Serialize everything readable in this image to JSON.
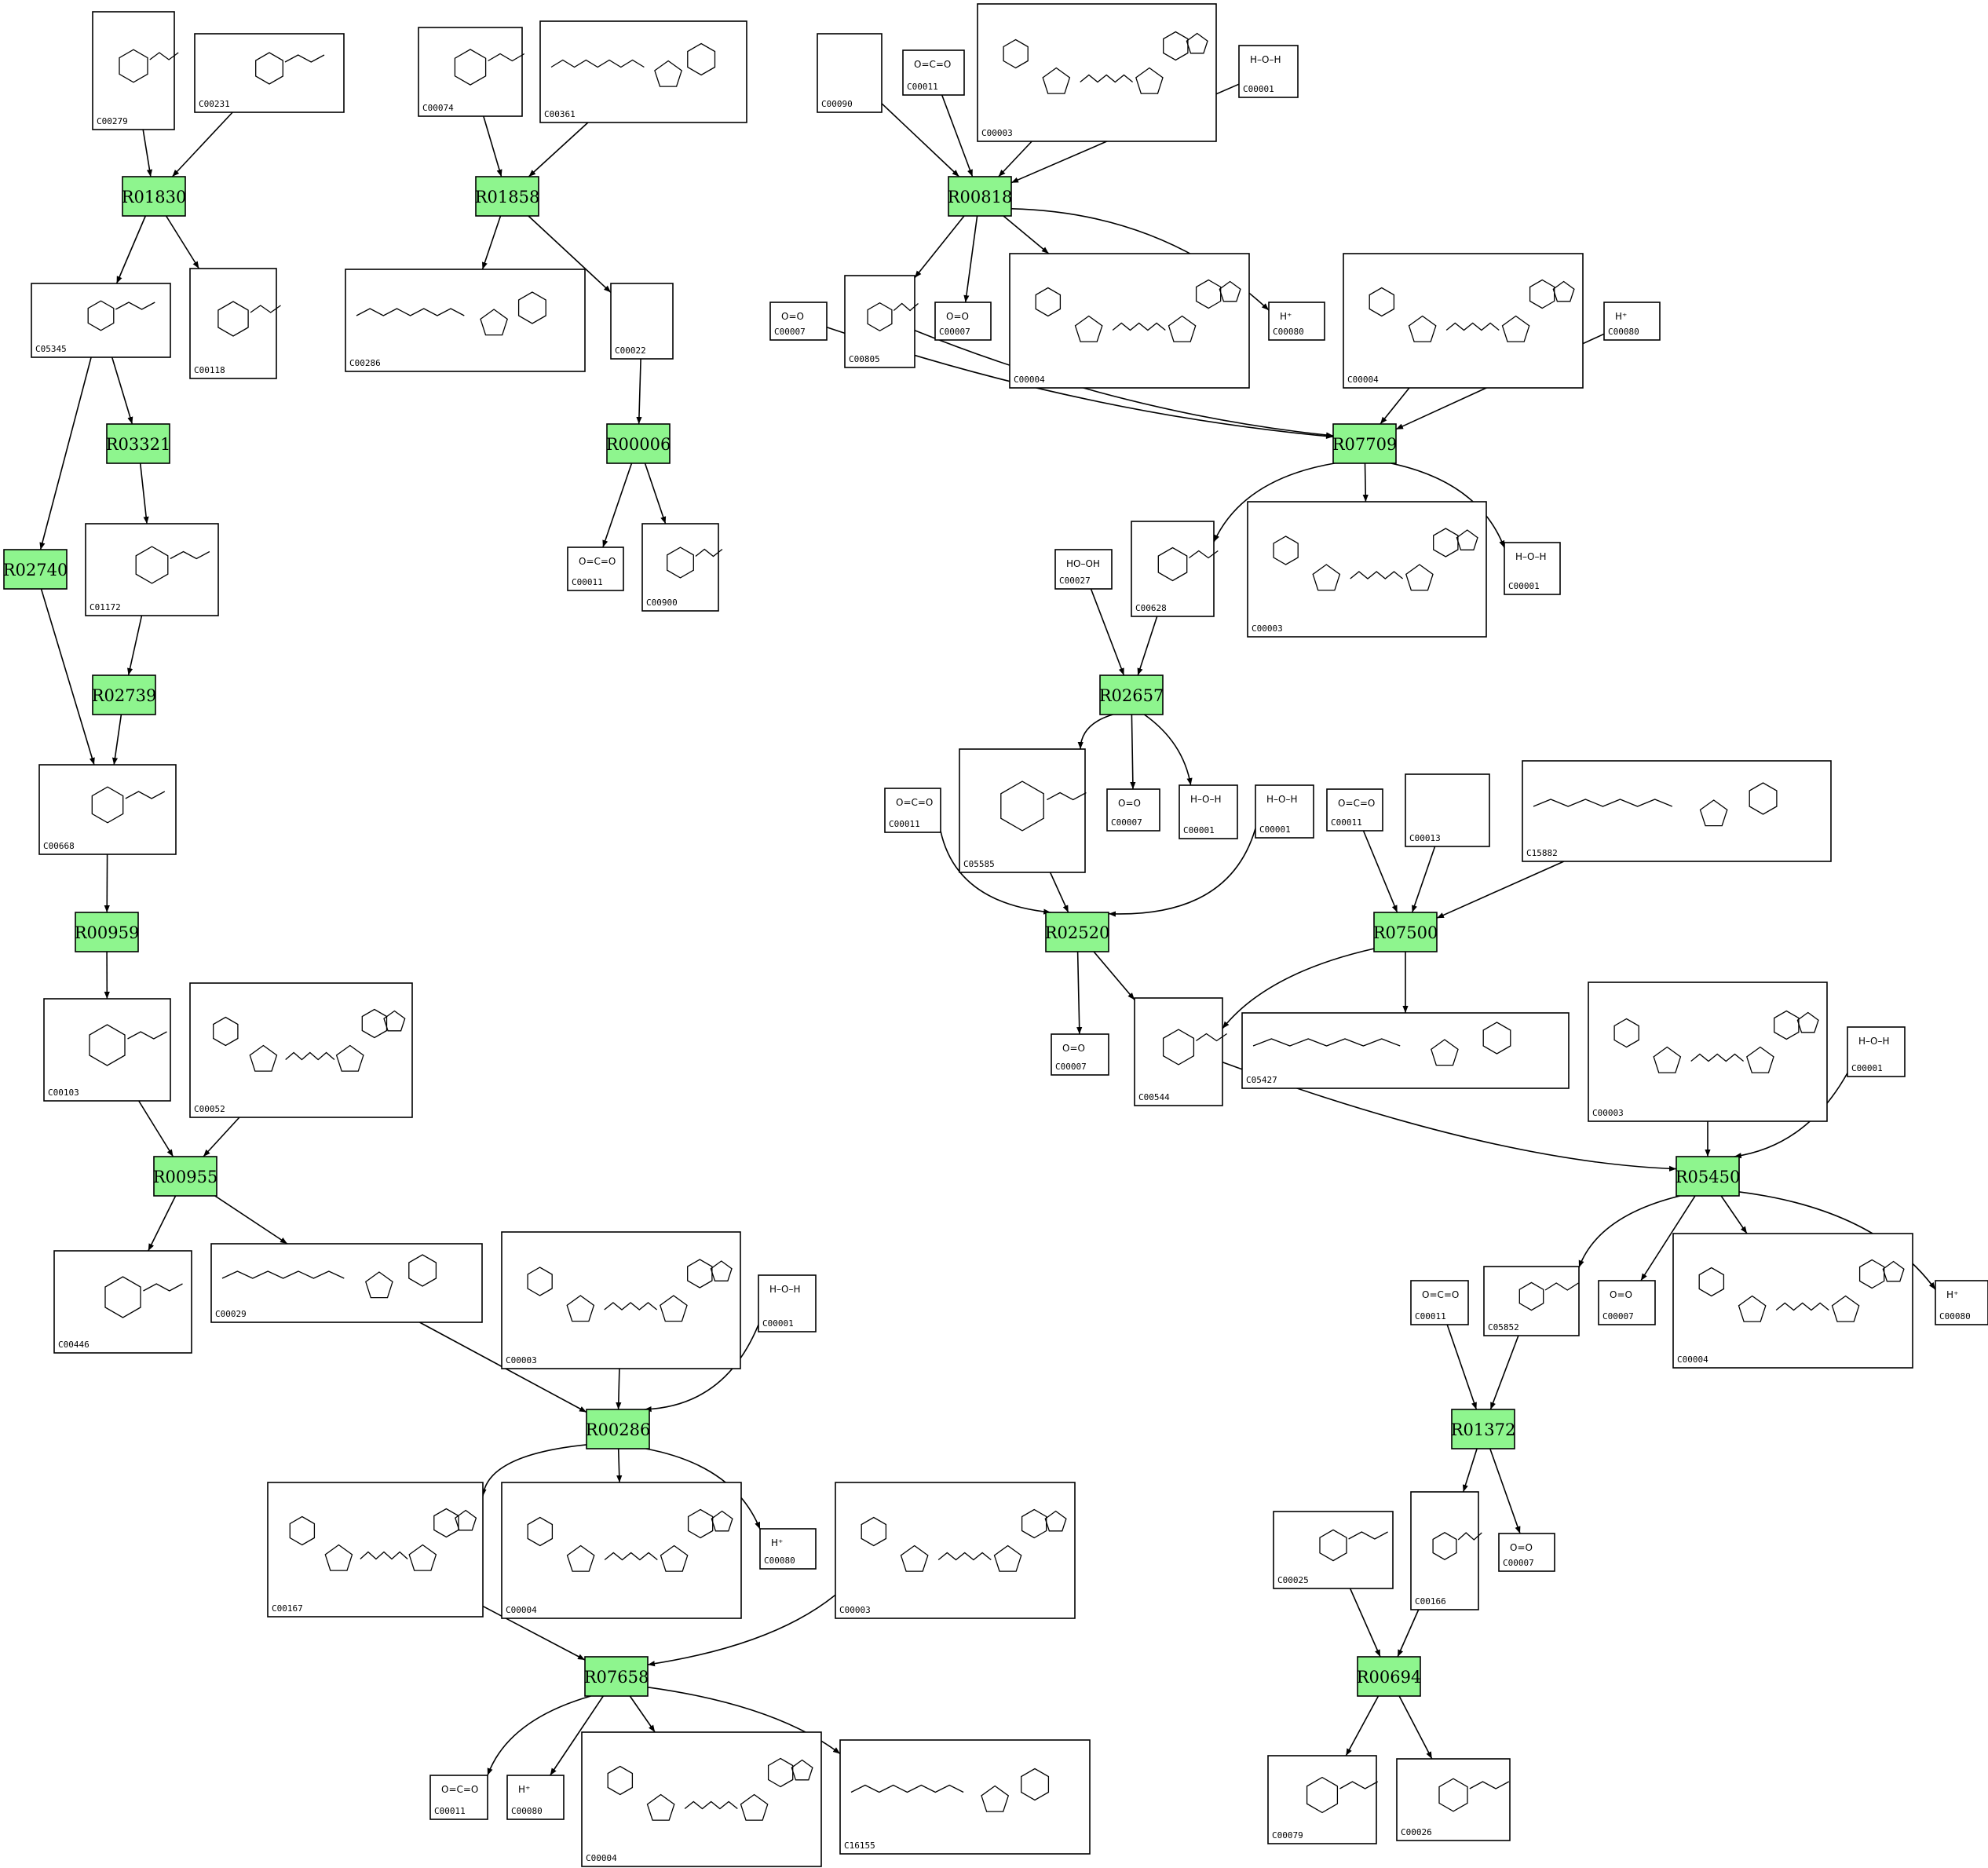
{
  "reactions": [
    {
      "id": "rxn-R01830",
      "label": "R01830"
    },
    {
      "id": "rxn-R01858",
      "label": "R01858"
    },
    {
      "id": "rxn-R00818",
      "label": "R00818"
    },
    {
      "id": "rxn-R03321",
      "label": "R03321"
    },
    {
      "id": "rxn-R00006",
      "label": "R00006"
    },
    {
      "id": "rxn-R07709",
      "label": "R07709"
    },
    {
      "id": "rxn-R02740",
      "label": "R02740"
    },
    {
      "id": "rxn-R02739",
      "label": "R02739"
    },
    {
      "id": "rxn-R02657",
      "label": "R02657"
    },
    {
      "id": "rxn-R00959",
      "label": "R00959"
    },
    {
      "id": "rxn-R02520",
      "label": "R02520"
    },
    {
      "id": "rxn-R07500",
      "label": "R07500"
    },
    {
      "id": "rxn-R00955",
      "label": "R00955"
    },
    {
      "id": "rxn-R05450",
      "label": "R05450"
    },
    {
      "id": "rxn-R00286",
      "label": "R00286"
    },
    {
      "id": "rxn-R01372",
      "label": "R01372"
    },
    {
      "id": "rxn-R07658",
      "label": "R07658"
    },
    {
      "id": "rxn-R00694",
      "label": "R00694"
    }
  ],
  "compounds": [
    {
      "key": "c1",
      "id": "C00279",
      "formula": ""
    },
    {
      "key": "c2",
      "id": "C00231",
      "formula": ""
    },
    {
      "key": "c3",
      "id": "C00074",
      "formula": ""
    },
    {
      "key": "c4",
      "id": "C00361",
      "formula": ""
    },
    {
      "key": "c5",
      "id": "C00090",
      "formula": ""
    },
    {
      "key": "c6",
      "id": "C00011",
      "formula": "O=C=O"
    },
    {
      "key": "c7",
      "id": "C00003",
      "formula": ""
    },
    {
      "key": "c8",
      "id": "C00001",
      "formula": "H–O–H"
    },
    {
      "key": "c9",
      "id": "C05345",
      "formula": ""
    },
    {
      "key": "c10",
      "id": "C00118",
      "formula": ""
    },
    {
      "key": "c11",
      "id": "C00286",
      "formula": ""
    },
    {
      "key": "c12",
      "id": "C00022",
      "formula": ""
    },
    {
      "key": "c13",
      "id": "C00007",
      "formula": "O=O"
    },
    {
      "key": "c14",
      "id": "C00805",
      "formula": ""
    },
    {
      "key": "c15",
      "id": "C00007",
      "formula": "O=O"
    },
    {
      "key": "c16",
      "id": "C00004",
      "formula": ""
    },
    {
      "key": "c17",
      "id": "C00080",
      "formula": "H⁺"
    },
    {
      "key": "c18",
      "id": "C00004",
      "formula": ""
    },
    {
      "key": "c19",
      "id": "C00080",
      "formula": "H⁺"
    },
    {
      "key": "c20",
      "id": "C01172",
      "formula": ""
    },
    {
      "key": "c21",
      "id": "C00011",
      "formula": "O=C=O"
    },
    {
      "key": "c22",
      "id": "C00900",
      "formula": ""
    },
    {
      "key": "c23",
      "id": "C00027",
      "formula": "HO–OH"
    },
    {
      "key": "c24",
      "id": "C00628",
      "formula": ""
    },
    {
      "key": "c25",
      "id": "C00003",
      "formula": ""
    },
    {
      "key": "c26",
      "id": "C00001",
      "formula": "H–O–H"
    },
    {
      "key": "c27",
      "id": "C00668",
      "formula": ""
    },
    {
      "key": "c28",
      "id": "C05585",
      "formula": ""
    },
    {
      "key": "c29",
      "id": "C00007",
      "formula": "O=O"
    },
    {
      "key": "c30",
      "id": "C00001",
      "formula": "H–O–H"
    },
    {
      "key": "c31",
      "id": "C00011",
      "formula": "O=C=O"
    },
    {
      "key": "c32",
      "id": "C00001",
      "formula": "H–O–H"
    },
    {
      "key": "c33",
      "id": "C00011",
      "formula": "O=C=O"
    },
    {
      "key": "c34",
      "id": "C00013",
      "formula": ""
    },
    {
      "key": "c35",
      "id": "C15882",
      "formula": ""
    },
    {
      "key": "c36",
      "id": "C00103",
      "formula": ""
    },
    {
      "key": "c37",
      "id": "C00052",
      "formula": ""
    },
    {
      "key": "c38",
      "id": "C00007",
      "formula": "O=O"
    },
    {
      "key": "c39",
      "id": "C00544",
      "formula": ""
    },
    {
      "key": "c40",
      "id": "C05427",
      "formula": ""
    },
    {
      "key": "c41",
      "id": "C00003",
      "formula": ""
    },
    {
      "key": "c42",
      "id": "C00001",
      "formula": "H–O–H"
    },
    {
      "key": "c43",
      "id": "C00446",
      "formula": ""
    },
    {
      "key": "c44",
      "id": "C00029",
      "formula": ""
    },
    {
      "key": "c45",
      "id": "C00003",
      "formula": ""
    },
    {
      "key": "c46",
      "id": "C00001",
      "formula": "H–O–H"
    },
    {
      "key": "c47",
      "id": "C00011",
      "formula": "O=C=O"
    },
    {
      "key": "c48",
      "id": "C05852",
      "formula": ""
    },
    {
      "key": "c49",
      "id": "C00007",
      "formula": "O=O"
    },
    {
      "key": "c50",
      "id": "C00004",
      "formula": ""
    },
    {
      "key": "c51",
      "id": "C00080",
      "formula": "H⁺"
    },
    {
      "key": "c52",
      "id": "C00167",
      "formula": ""
    },
    {
      "key": "c53",
      "id": "C00004",
      "formula": ""
    },
    {
      "key": "c54",
      "id": "C00080",
      "formula": "H⁺"
    },
    {
      "key": "c55",
      "id": "C00003",
      "formula": ""
    },
    {
      "key": "c56",
      "id": "C00025",
      "formula": ""
    },
    {
      "key": "c57",
      "id": "C00166",
      "formula": ""
    },
    {
      "key": "c58",
      "id": "C00007",
      "formula": "O=O"
    },
    {
      "key": "c59",
      "id": "C00011",
      "formula": "O=C=O"
    },
    {
      "key": "c60",
      "id": "C00080",
      "formula": "H⁺"
    },
    {
      "key": "c61",
      "id": "C00004",
      "formula": ""
    },
    {
      "key": "c62",
      "id": "C16155",
      "formula": ""
    },
    {
      "key": "c63",
      "id": "C00079",
      "formula": ""
    },
    {
      "key": "c64",
      "id": "C00026",
      "formula": ""
    }
  ],
  "edges": [
    [
      "c1",
      "rxn-R01830"
    ],
    [
      "c2",
      "rxn-R01830"
    ],
    [
      "rxn-R01830",
      "c9"
    ],
    [
      "rxn-R01830",
      "c10"
    ],
    [
      "c3",
      "rxn-R01858"
    ],
    [
      "c4",
      "rxn-R01858"
    ],
    [
      "rxn-R01858",
      "c11"
    ],
    [
      "rxn-R01858",
      "c12"
    ],
    [
      "c5",
      "rxn-R00818"
    ],
    [
      "c6",
      "rxn-R00818"
    ],
    [
      "c7",
      "rxn-R00818"
    ],
    [
      "c8",
      "rxn-R00818"
    ],
    [
      "rxn-R00818",
      "c14"
    ],
    [
      "rxn-R00818",
      "c15"
    ],
    [
      "rxn-R00818",
      "c16"
    ],
    [
      "rxn-R00818",
      "c17"
    ],
    [
      "c9",
      "rxn-R03321"
    ],
    [
      "c9",
      "rxn-R02740"
    ],
    [
      "rxn-R03321",
      "c20"
    ],
    [
      "c12",
      "rxn-R00006"
    ],
    [
      "rxn-R00006",
      "c21"
    ],
    [
      "rxn-R00006",
      "c22"
    ],
    [
      "c13",
      "rxn-R07709"
    ],
    [
      "c14",
      "rxn-R07709"
    ],
    [
      "c18",
      "rxn-R07709"
    ],
    [
      "c19",
      "rxn-R07709"
    ],
    [
      "rxn-R07709",
      "c24"
    ],
    [
      "rxn-R07709",
      "c25"
    ],
    [
      "rxn-R07709",
      "c26"
    ],
    [
      "rxn-R02740",
      "c27"
    ],
    [
      "c20",
      "rxn-R02739"
    ],
    [
      "rxn-R02739",
      "c27"
    ],
    [
      "c23",
      "rxn-R02657"
    ],
    [
      "c24",
      "rxn-R02657"
    ],
    [
      "rxn-R02657",
      "c28"
    ],
    [
      "rxn-R02657",
      "c29"
    ],
    [
      "rxn-R02657",
      "c30"
    ],
    [
      "c27",
      "rxn-R00959"
    ],
    [
      "rxn-R00959",
      "c36"
    ],
    [
      "c31",
      "rxn-R02520"
    ],
    [
      "c28",
      "rxn-R02520"
    ],
    [
      "c32",
      "rxn-R02520"
    ],
    [
      "rxn-R02520",
      "c38"
    ],
    [
      "rxn-R02520",
      "c39"
    ],
    [
      "c33",
      "rxn-R07500"
    ],
    [
      "c34",
      "rxn-R07500"
    ],
    [
      "c35",
      "rxn-R07500"
    ],
    [
      "rxn-R07500",
      "c39"
    ],
    [
      "rxn-R07500",
      "c40"
    ],
    [
      "c36",
      "rxn-R00955"
    ],
    [
      "c37",
      "rxn-R00955"
    ],
    [
      "rxn-R00955",
      "c43"
    ],
    [
      "rxn-R00955",
      "c44"
    ],
    [
      "c39",
      "rxn-R05450"
    ],
    [
      "c41",
      "rxn-R05450"
    ],
    [
      "c42",
      "rxn-R05450"
    ],
    [
      "rxn-R05450",
      "c48"
    ],
    [
      "rxn-R05450",
      "c49"
    ],
    [
      "rxn-R05450",
      "c50"
    ],
    [
      "rxn-R05450",
      "c51"
    ],
    [
      "c44",
      "rxn-R00286"
    ],
    [
      "c45",
      "rxn-R00286"
    ],
    [
      "c46",
      "rxn-R00286"
    ],
    [
      "rxn-R00286",
      "c52"
    ],
    [
      "rxn-R00286",
      "c53"
    ],
    [
      "rxn-R00286",
      "c54"
    ],
    [
      "c47",
      "rxn-R01372"
    ],
    [
      "c48",
      "rxn-R01372"
    ],
    [
      "rxn-R01372",
      "c57"
    ],
    [
      "rxn-R01372",
      "c58"
    ],
    [
      "c52",
      "rxn-R07658"
    ],
    [
      "c55",
      "rxn-R07658"
    ],
    [
      "rxn-R07658",
      "c59"
    ],
    [
      "rxn-R07658",
      "c60"
    ],
    [
      "rxn-R07658",
      "c61"
    ],
    [
      "rxn-R07658",
      "c62"
    ],
    [
      "c56",
      "rxn-R00694"
    ],
    [
      "c57",
      "rxn-R00694"
    ],
    [
      "rxn-R00694",
      "c63"
    ],
    [
      "rxn-R00694",
      "c64"
    ]
  ],
  "colors": {
    "reaction_fill": "#8ef58e",
    "stroke": "#000000",
    "background": "#ffffff"
  }
}
